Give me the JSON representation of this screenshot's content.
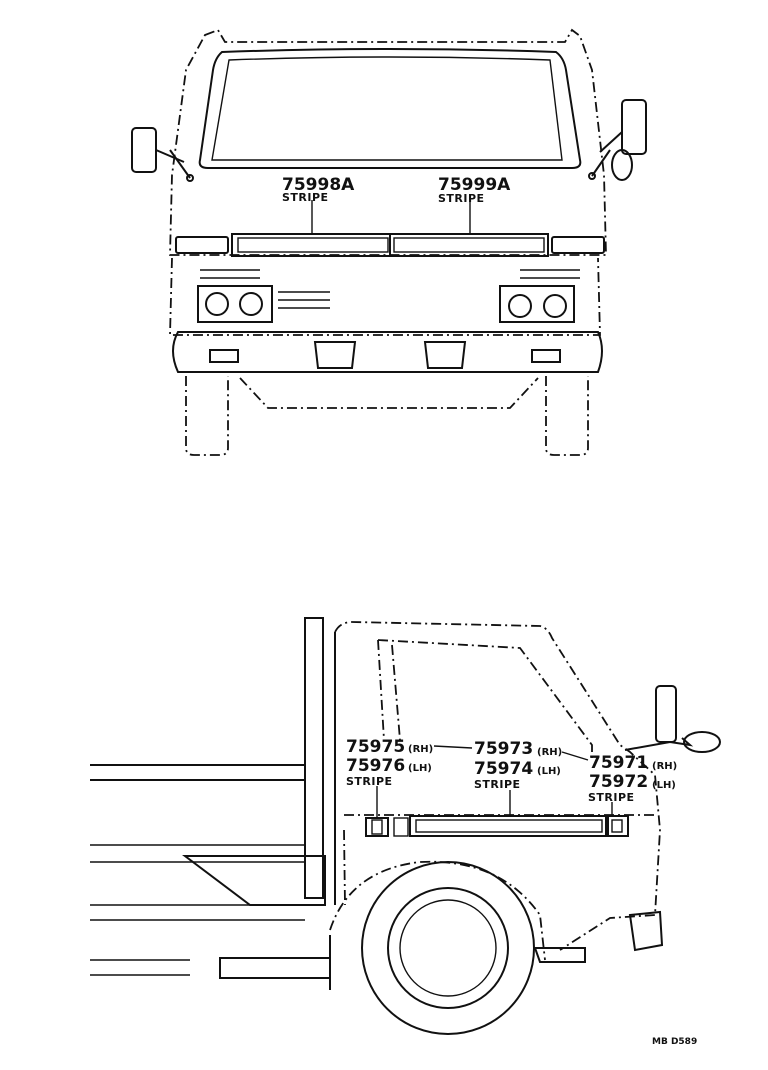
{
  "front_view": {
    "callouts": [
      {
        "part": "75998A",
        "caption": "STRIPE"
      },
      {
        "part": "75999A",
        "caption": "STRIPE"
      }
    ]
  },
  "side_view": {
    "callouts": [
      {
        "part_rh": "75975",
        "tag_rh": "(RH)",
        "part_lh": "75976",
        "tag_lh": "(LH)",
        "caption": "STRIPE"
      },
      {
        "part_rh": "75973",
        "tag_rh": "(RH)",
        "part_lh": "75974",
        "tag_lh": "(LH)",
        "caption": "STRIPE"
      },
      {
        "part_rh": "75971",
        "tag_rh": "(RH)",
        "part_lh": "75972",
        "tag_lh": "(LH)",
        "caption": "STRIPE"
      }
    ]
  },
  "drawing_code": "MB D589"
}
